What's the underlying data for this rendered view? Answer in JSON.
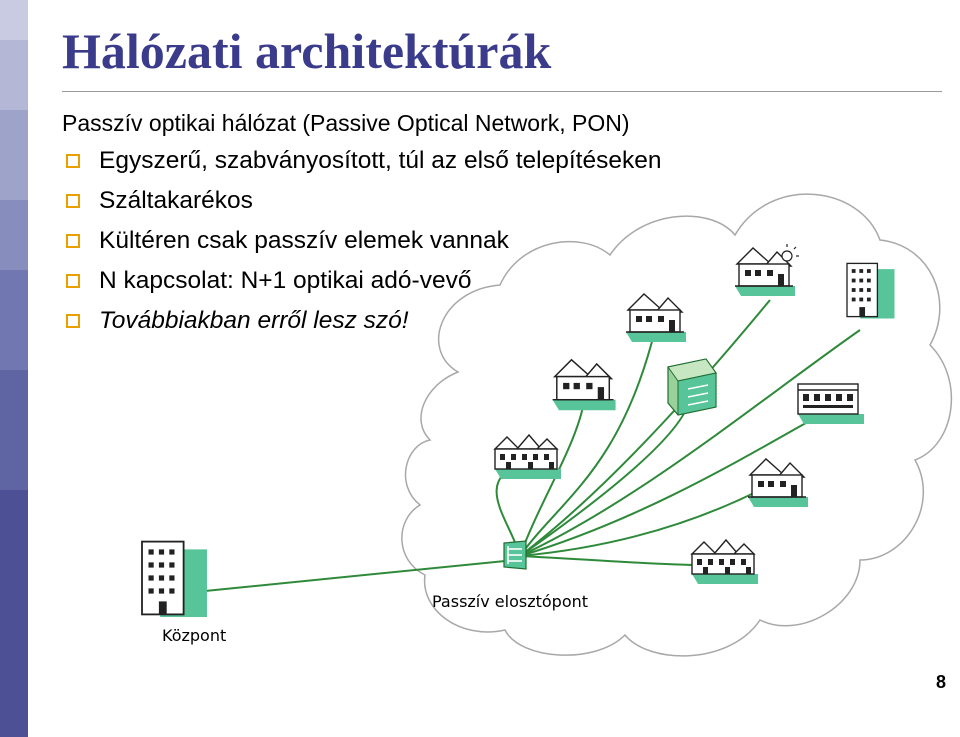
{
  "title": "Hálózati architektúrák",
  "subtitle": "Passzív optikai hálózat (Passive Optical Network, PON)",
  "bullets": [
    "Egyszerű, szabványosított, túl az első telepítéseken",
    "Száltakarékos",
    "Kültéren csak passzív elemek vannak",
    "N kapcsolat: N+1 optikai adó-vevő",
    "Továbbiakban erről lesz szó!"
  ],
  "diagram": {
    "central_label": "Központ",
    "splitter_label": "Passzív elosztópont"
  },
  "page_number": "8",
  "colors": {
    "accent_bar_top": "#9aa0c6",
    "accent_bar_bottom": "#4d5094",
    "title": "#3b3b8c",
    "bullet": "#e8a000",
    "fiber": "#2e8a3a",
    "building_shadow": "#58c49a",
    "cloud_stroke": "#a8a8a8"
  }
}
